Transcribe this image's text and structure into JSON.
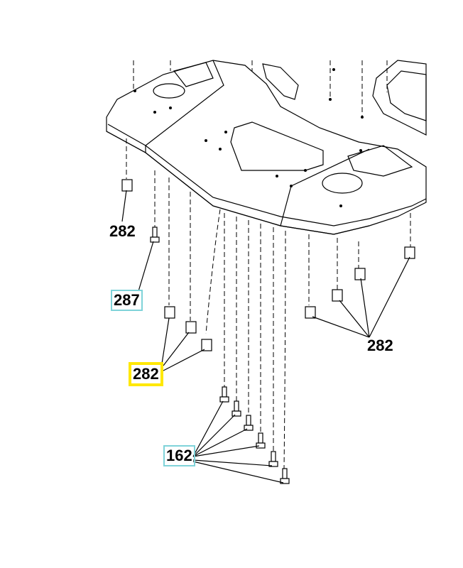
{
  "diagram": {
    "callouts": [
      {
        "id": "282",
        "style": "plain"
      },
      {
        "id": "287",
        "style": "cyan-box"
      },
      {
        "id": "282",
        "style": "yellow-highlight"
      },
      {
        "id": "162",
        "style": "cyan-box"
      },
      {
        "id": "282",
        "style": "plain"
      }
    ],
    "colors": {
      "highlight": "#ffe800",
      "link_box": "#7fd3d9"
    }
  }
}
